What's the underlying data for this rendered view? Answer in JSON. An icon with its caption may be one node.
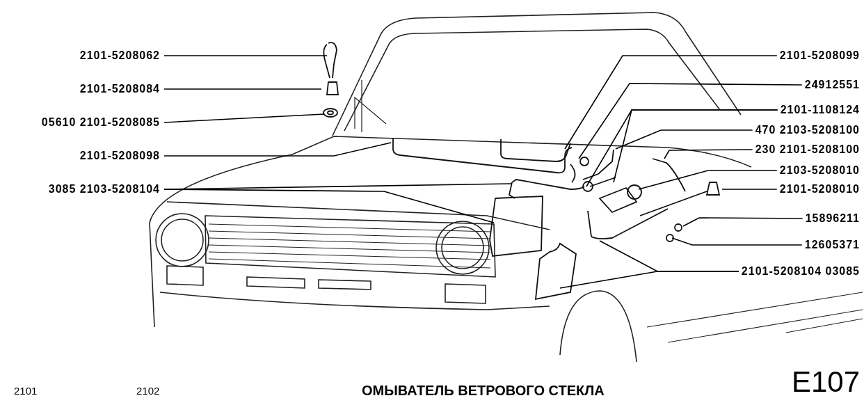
{
  "diagram": {
    "title": "ОМЫВАТЕЛЬ ВЕТРОВОГО СТЕКЛА",
    "nodes": [
      {
        "text": [
          "2101-5208062"
        ]
      },
      {
        "text": [
          "2101-5208084"
        ]
      },
      {
        "text": [
          "05610 2101-5208085"
        ]
      },
      {
        "text": [
          "2101-5208098"
        ]
      },
      {
        "text": [
          "3085 2103-5208104"
        ]
      },
      {
        "text": [
          "2101-5208099"
        ]
      },
      {
        "text": [
          "24912551"
        ]
      },
      {
        "text": [
          "2101-1108124"
        ]
      },
      {
        "text": [
          "470 2103-5208100"
        ]
      },
      {
        "text": [
          "230 2101-5208100"
        ]
      },
      {
        "text": [
          "2103-5208010"
        ]
      },
      {
        "text": [
          "2101-5208010"
        ]
      },
      {
        "text": [
          "15896211"
        ]
      },
      {
        "text": [
          "12605371"
        ]
      },
      {
        "text": [
          "2101-5208104 03085"
        ]
      }
    ],
    "edges": [
      {
        "from": 0,
        "to": null,
        "arrow": "none"
      },
      {
        "from": 1,
        "to": null,
        "arrow": "none"
      },
      {
        "from": 2,
        "to": null,
        "arrow": "none"
      },
      {
        "from": 3,
        "to": null,
        "arrow": "none"
      },
      {
        "from": 4,
        "to": null,
        "arrow": "none"
      },
      {
        "from": 4,
        "to": null,
        "arrow": "none"
      },
      {
        "from": 5,
        "to": null,
        "arrow": "none"
      },
      {
        "from": 6,
        "to": null,
        "arrow": "none"
      },
      {
        "from": 7,
        "to": null,
        "arrow": "none"
      },
      {
        "from": 7,
        "to": null,
        "arrow": "none"
      },
      {
        "from": 8,
        "to": null,
        "arrow": "none"
      },
      {
        "from": 9,
        "to": null,
        "arrow": "none"
      },
      {
        "from": 10,
        "to": null,
        "arrow": "none"
      },
      {
        "from": 11,
        "to": null,
        "arrow": "none"
      },
      {
        "from": 12,
        "to": null,
        "arrow": "none"
      },
      {
        "from": 13,
        "to": null,
        "arrow": "none"
      },
      {
        "from": 14,
        "to": null,
        "arrow": "none"
      },
      {
        "from": 14,
        "to": null,
        "arrow": "none"
      }
    ],
    "labels": [
      "2101",
      "2102",
      "E107"
    ]
  }
}
